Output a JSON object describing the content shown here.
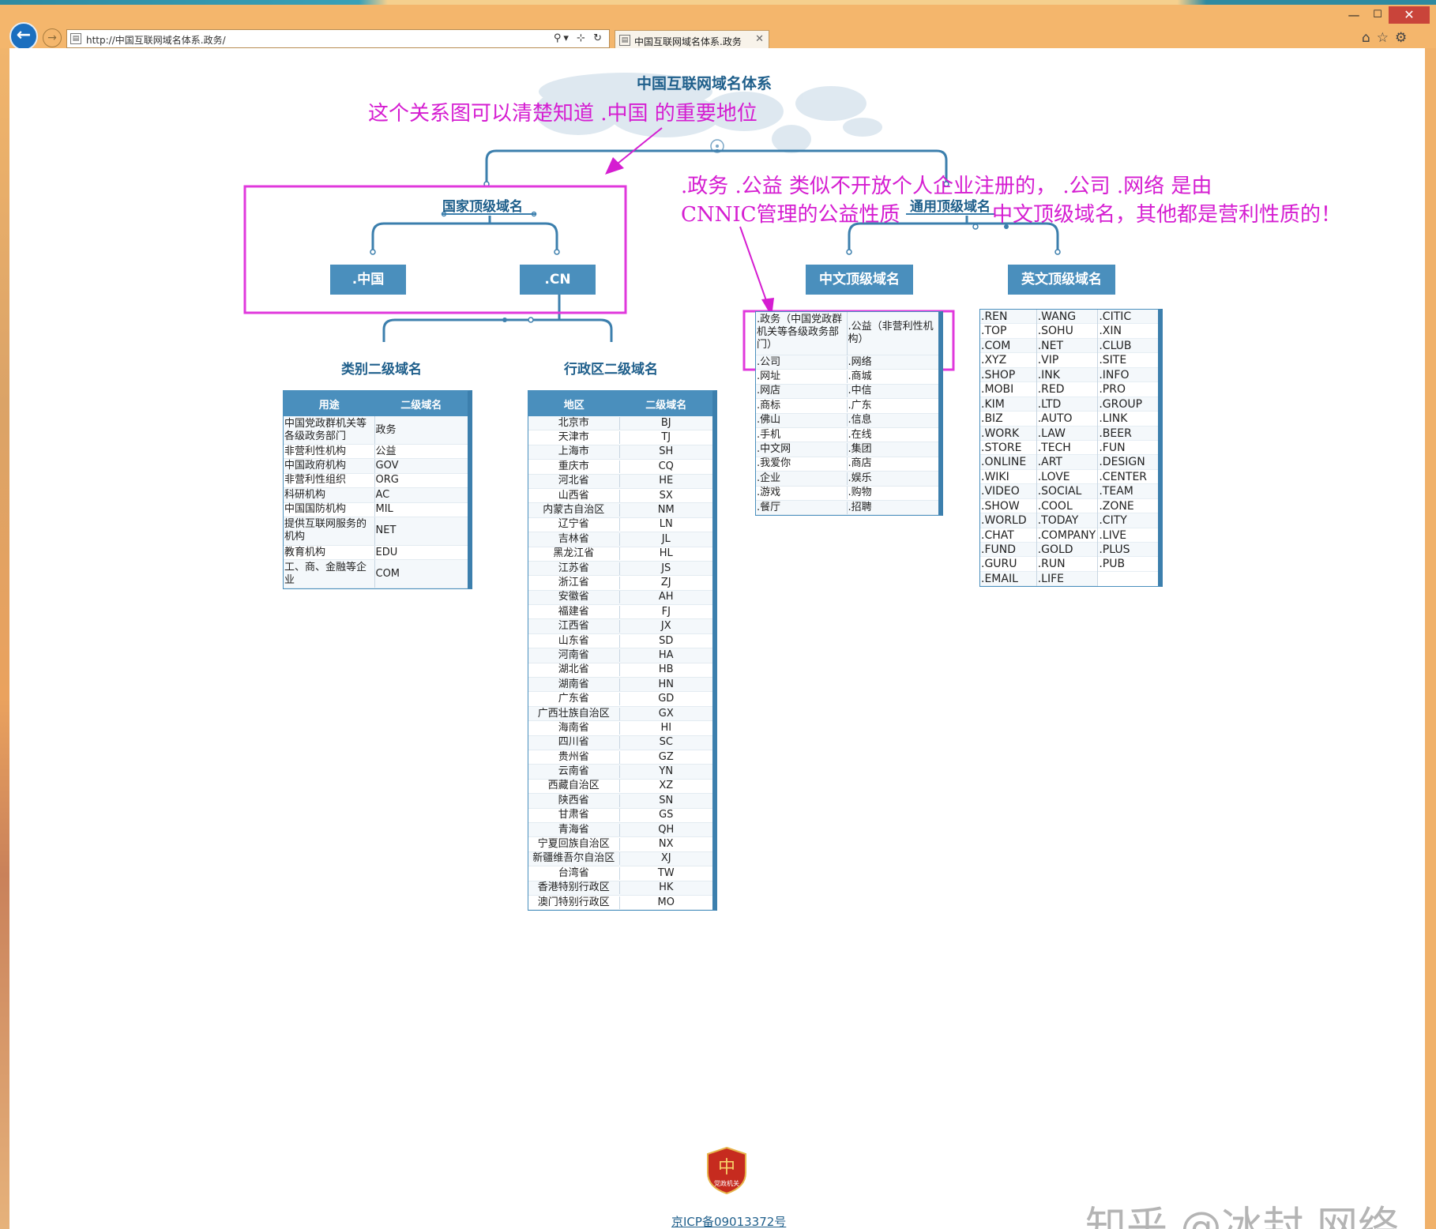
{
  "browser": {
    "url": "http://中国互联网域名体系.政务/",
    "tab_title": "中国互联网域名体系.政务",
    "window_controls": [
      "—",
      "☐",
      "✕"
    ],
    "right_icons": [
      "home-icon",
      "star-icon",
      "gear-icon"
    ]
  },
  "page": {
    "title": "中国互联网域名体系",
    "country_tld": "国家顶级域名",
    "generic_tld": "通用顶级域名",
    "nodes": {
      "zhongguo": ".中国",
      "cn": ".CN",
      "chinese_tld": "中文顶级域名",
      "english_tld": "英文顶级域名"
    },
    "category_title": "类别二级域名",
    "region_title": "行政区二级域名"
  },
  "annotations": {
    "line1": "这个关系图可以清楚知道  .中国  的重要地位",
    "line2": ".政务 .公益 类似不开放个人企业注册的，  .公司 .网络 是由",
    "line3": "CNNIC管理的公益性质",
    "line4": "中文顶级域名，其他都是营利性质的！"
  },
  "category_table": {
    "headers": [
      "用途",
      "二级域名"
    ],
    "rows": [
      [
        "中国党政群机关等各级政务部门",
        "政务"
      ],
      [
        "非营利性机构",
        "公益"
      ],
      [
        "中国政府机构",
        "GOV"
      ],
      [
        "非营利性组织",
        "ORG"
      ],
      [
        "科研机构",
        "AC"
      ],
      [
        "中国国防机构",
        "MIL"
      ],
      [
        "提供互联网服务的机构",
        "NET"
      ],
      [
        "教育机构",
        "EDU"
      ],
      [
        "工、商、金融等企业",
        "COM"
      ]
    ]
  },
  "region_table": {
    "headers": [
      "地区",
      "二级域名"
    ],
    "rows": [
      [
        "北京市",
        "BJ"
      ],
      [
        "天津市",
        "TJ"
      ],
      [
        "上海市",
        "SH"
      ],
      [
        "重庆市",
        "CQ"
      ],
      [
        "河北省",
        "HE"
      ],
      [
        "山西省",
        "SX"
      ],
      [
        "内蒙古自治区",
        "NM"
      ],
      [
        "辽宁省",
        "LN"
      ],
      [
        "吉林省",
        "JL"
      ],
      [
        "黑龙江省",
        "HL"
      ],
      [
        "江苏省",
        "JS"
      ],
      [
        "浙江省",
        "ZJ"
      ],
      [
        "安徽省",
        "AH"
      ],
      [
        "福建省",
        "FJ"
      ],
      [
        "江西省",
        "JX"
      ],
      [
        "山东省",
        "SD"
      ],
      [
        "河南省",
        "HA"
      ],
      [
        "湖北省",
        "HB"
      ],
      [
        "湖南省",
        "HN"
      ],
      [
        "广东省",
        "GD"
      ],
      [
        "广西壮族自治区",
        "GX"
      ],
      [
        "海南省",
        "HI"
      ],
      [
        "四川省",
        "SC"
      ],
      [
        "贵州省",
        "GZ"
      ],
      [
        "云南省",
        "YN"
      ],
      [
        "西藏自治区",
        "XZ"
      ],
      [
        "陕西省",
        "SN"
      ],
      [
        "甘肃省",
        "GS"
      ],
      [
        "青海省",
        "QH"
      ],
      [
        "宁夏回族自治区",
        "NX"
      ],
      [
        "新疆维吾尔自治区",
        "XJ"
      ],
      [
        "台湾省",
        "TW"
      ],
      [
        "香港特别行政区",
        "HK"
      ],
      [
        "澳门特别行政区",
        "MO"
      ]
    ]
  },
  "chinese_table": {
    "first_row": [
      ".政务（中国党政群机关等各级政务部门）",
      ".公益（非营利性机构）"
    ],
    "rows": [
      [
        ".公司",
        ".网络"
      ],
      [
        ".网址",
        ".商城"
      ],
      [
        ".网店",
        ".中信"
      ],
      [
        ".商标",
        ".广东"
      ],
      [
        ".佛山",
        ".信息"
      ],
      [
        ".手机",
        ".在线"
      ],
      [
        ".中文网",
        ".集团"
      ],
      [
        ".我爱你",
        ".商店"
      ],
      [
        ".企业",
        ".娱乐"
      ],
      [
        ".游戏",
        ".购物"
      ],
      [
        ".餐厅",
        ".招聘"
      ]
    ]
  },
  "english_table": {
    "col1": [
      ".REN",
      ".TOP",
      ".COM",
      ".XYZ",
      ".SHOP",
      ".MOBI",
      ".KIM",
      ".BIZ",
      ".WORK",
      ".STORE",
      ".ONLINE",
      ".WIKI",
      ".VIDEO",
      ".SHOW",
      ".WORLD",
      ".CHAT",
      ".FUND",
      ".GURU",
      ".EMAIL"
    ],
    "col2": [
      ".WANG",
      ".SOHU",
      ".NET",
      ".VIP",
      ".INK",
      ".RED",
      ".LTD",
      ".AUTO",
      ".LAW",
      ".TECH",
      ".ART",
      ".LOVE",
      ".SOCIAL",
      ".COOL",
      ".TODAY",
      ".COMPANY",
      ".GOLD",
      ".RUN",
      ".LIFE"
    ],
    "col3": [
      ".CITIC",
      ".XIN",
      ".CLUB",
      ".SITE",
      ".INFO",
      ".PRO",
      ".GROUP",
      ".LINK",
      ".BEER",
      ".FUN",
      ".DESIGN",
      ".CENTER",
      ".TEAM",
      ".ZONE",
      ".CITY",
      ".LIVE",
      ".PLUS",
      ".PUB"
    ]
  },
  "footer": {
    "badge_text": "党政机关",
    "icp": "京ICP备09013372号"
  },
  "watermark": "知乎 @冰封.网络",
  "colors": {
    "chrome": "#f4b66c",
    "node_blue": "#4a8fbd",
    "title_blue": "#1f5f8b",
    "annotation_magenta": "#d51dd1",
    "close_red": "#c9443a"
  }
}
